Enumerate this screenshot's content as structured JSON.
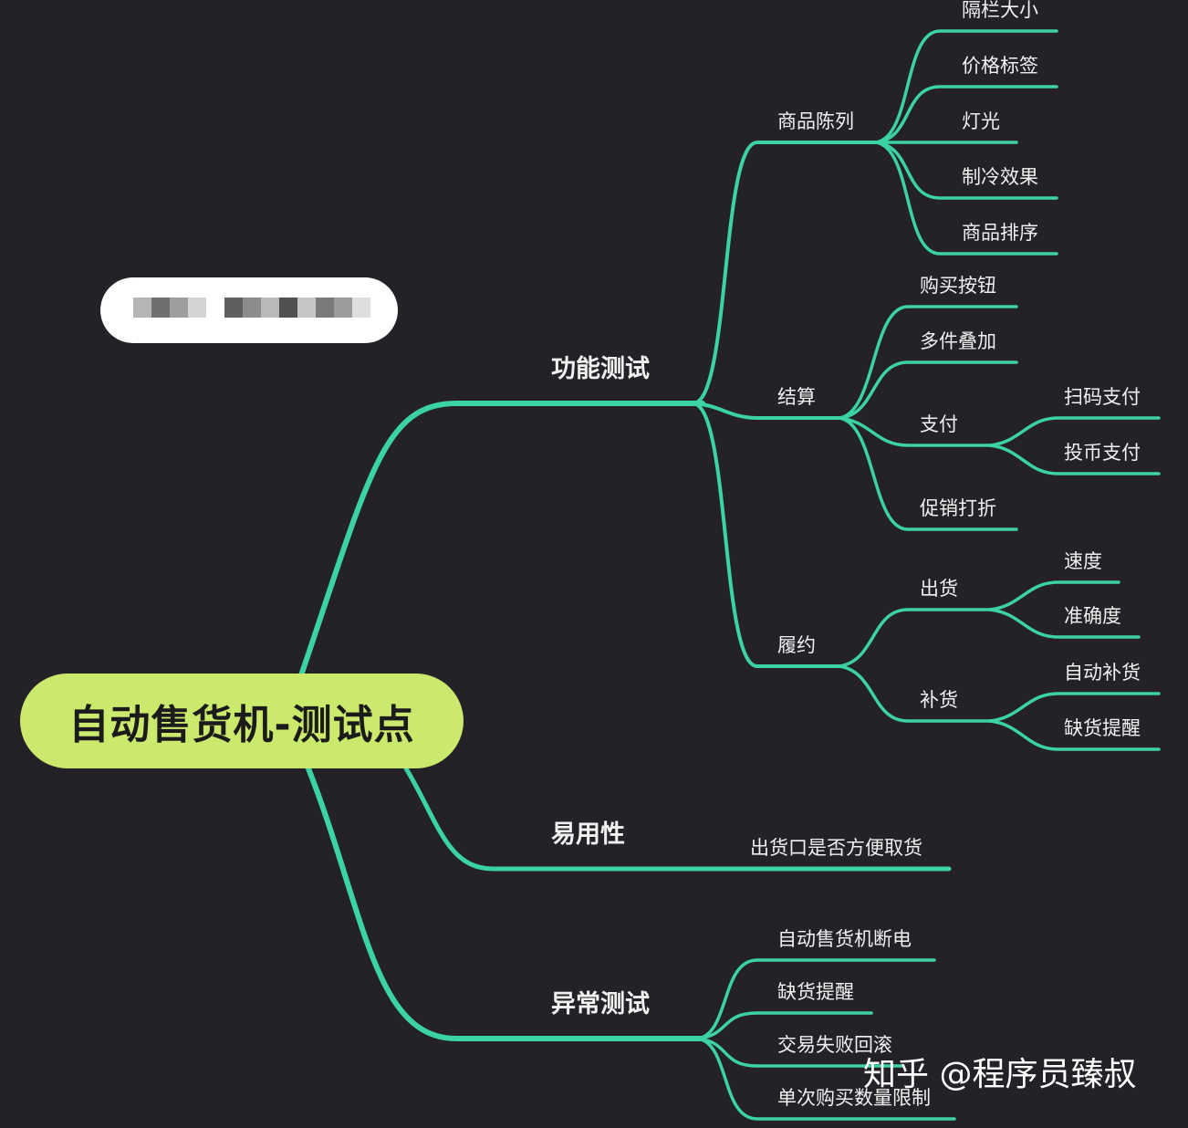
{
  "root": {
    "label": "自动售货机-测试点"
  },
  "branches": {
    "functional": {
      "label": "功能测试",
      "display": {
        "label": "商品陈列",
        "items": [
          "隔栏大小",
          "价格标签",
          "灯光",
          "制冷效果",
          "商品排序"
        ]
      },
      "checkout": {
        "label": "结算",
        "buy": "购买按钮",
        "multi": "多件叠加",
        "pay": {
          "label": "支付",
          "items": [
            "扫码支付",
            "投币支付"
          ]
        },
        "promo": "促销打折"
      },
      "fulfill": {
        "label": "履约",
        "ship": {
          "label": "出货",
          "items": [
            "速度",
            "准确度"
          ]
        },
        "restock": {
          "label": "补货",
          "items": [
            "自动补货",
            "缺货提醒"
          ]
        }
      }
    },
    "usability": {
      "label": "易用性",
      "items": [
        "出货口是否方便取货"
      ]
    },
    "exception": {
      "label": "异常测试",
      "items": [
        "自动售货机断电",
        "缺货提醒",
        "交易失败回滚",
        "单次购买数量限制"
      ]
    }
  },
  "watermark": "知乎 @程序员臻叔",
  "colors": {
    "background": "#242127",
    "line": "#3cd3a3",
    "root_fill": "#cbe96d",
    "text": "#f1f1f1"
  }
}
